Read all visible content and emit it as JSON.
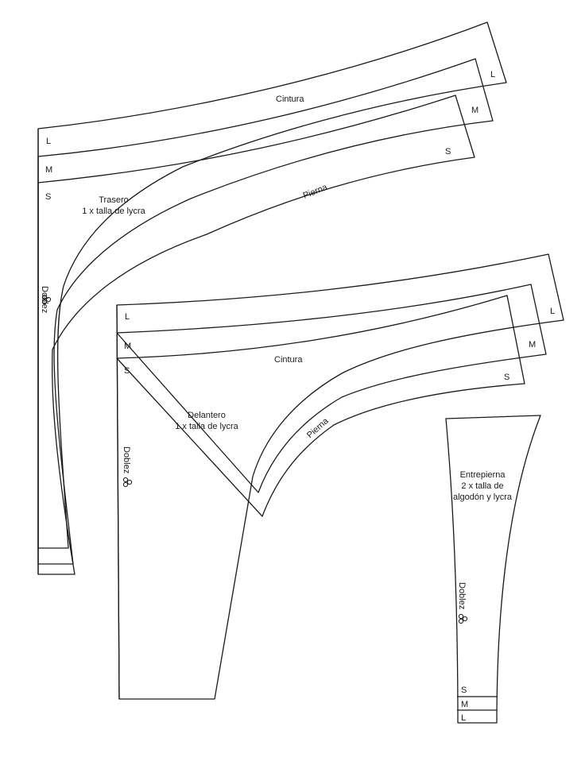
{
  "sizes": {
    "large": "L",
    "medium": "M",
    "small": "S"
  },
  "back_piece": {
    "waist_label": "Cintura",
    "leg_label": "Pierna",
    "name": "Trasero",
    "instructions": "1 x talla de lycra",
    "fold_label": "Doblez"
  },
  "front_piece": {
    "waist_label": "Cintura",
    "leg_label": "Pierna",
    "name": "Delantero",
    "instructions": "1 x talla de lycra",
    "fold_label": "Doblez"
  },
  "crotch_piece": {
    "name": "Entrepierna",
    "instructions_line1": "2 x talla de",
    "instructions_line2": "algodón y lycra",
    "fold_label": "Doblez"
  }
}
